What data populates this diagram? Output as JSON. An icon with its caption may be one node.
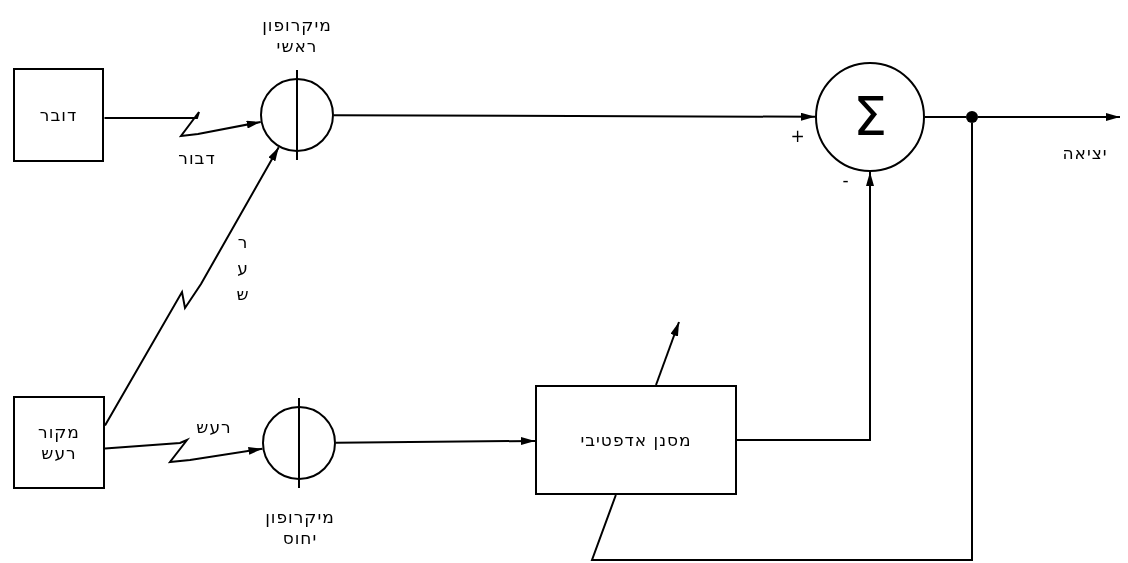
{
  "diagram": {
    "nodes": [
      {
        "text": [
          "דובר"
        ]
      },
      {
        "text": [
          "מיקרופון ראשי"
        ]
      },
      {
        "text": [
          "Σ"
        ]
      },
      {
        "text": [
          "מקור רעש"
        ]
      },
      {
        "text": [
          "מיקרופון יחוס"
        ]
      },
      {
        "text": [
          "מסנן אדפטיבי"
        ]
      },
      {
        "text": [],
        "shape": "circle"
      }
    ],
    "edges": [
      {
        "from": 0,
        "to": 1,
        "arrow": "to",
        "label": "דבור"
      },
      {
        "from": 3,
        "to": 1,
        "arrow": "to",
        "label": "ר ע ש"
      },
      {
        "from": 3,
        "to": 4,
        "arrow": "to",
        "label": "רעש"
      },
      {
        "from": 1,
        "to": 2,
        "arrow": "to"
      },
      {
        "from": 4,
        "to": 5,
        "arrow": "to"
      },
      {
        "from": 5,
        "to": 2,
        "arrow": "to"
      },
      {
        "from": 2,
        "to": 6,
        "arrow": "none"
      },
      {
        "from": 6,
        "to": null,
        "arrow": "to"
      },
      {
        "from": 6,
        "to": 5,
        "arrow": "none"
      }
    ],
    "labels": [
      "+",
      "-",
      "יציאה"
    ]
  }
}
